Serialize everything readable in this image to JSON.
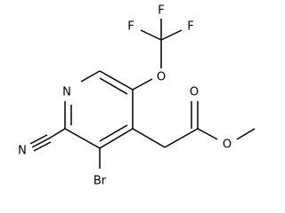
{
  "molecule": {
    "atoms": {
      "F_top": "F",
      "F_left": "F",
      "F_right": "F",
      "O_trifluoromethoxy": "O",
      "N_ring": "N",
      "N_nitrile": "N",
      "Br": "Br",
      "O_carbonyl": "O",
      "O_ester": "O"
    }
  }
}
